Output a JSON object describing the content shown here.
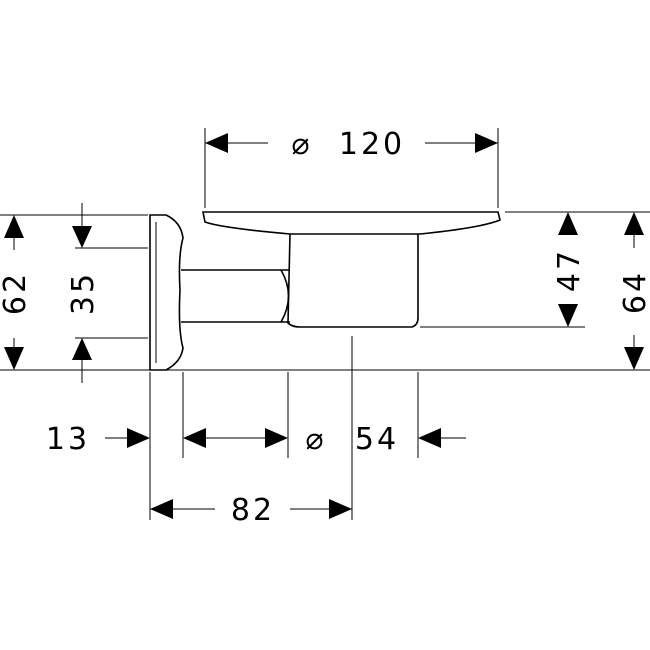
{
  "diagram": {
    "diameter_symbol": "⌀",
    "dimensions": {
      "top_width": "120",
      "total_height": "62",
      "flange_height": "35",
      "dish_height": "64",
      "cup_height": "47",
      "flange_depth": "13",
      "cup_diameter": "54",
      "projection": "82"
    }
  }
}
